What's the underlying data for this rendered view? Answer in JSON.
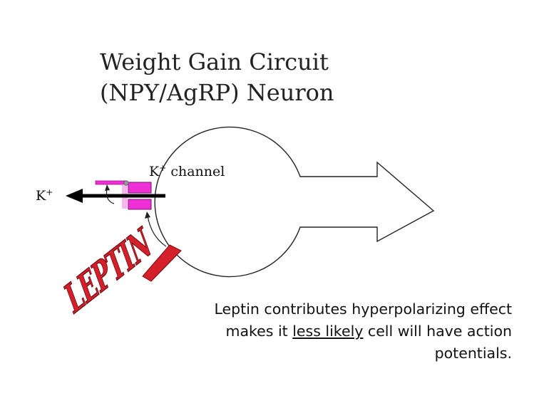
{
  "title": {
    "line1": "Weight Gain Circuit",
    "line2": "(NPY/AgRP) Neuron"
  },
  "ion_label": {
    "base": "K",
    "charge": "+"
  },
  "channel_label": {
    "ion": "K",
    "charge": "+",
    "text": "channel"
  },
  "hormone_label": "LEPTIN",
  "caption": {
    "line1": "Leptin contributes hyperpolarizing effect",
    "line2_pre": "makes it ",
    "line2_underlined": "less likely",
    "line2_post": " cell will have action",
    "line3": "potentials."
  },
  "colors": {
    "channel_magenta": "#ee2fd6",
    "channel_light": "#f6b7ea",
    "leptin_red": "#d4202b",
    "arrow_black": "#000000"
  }
}
